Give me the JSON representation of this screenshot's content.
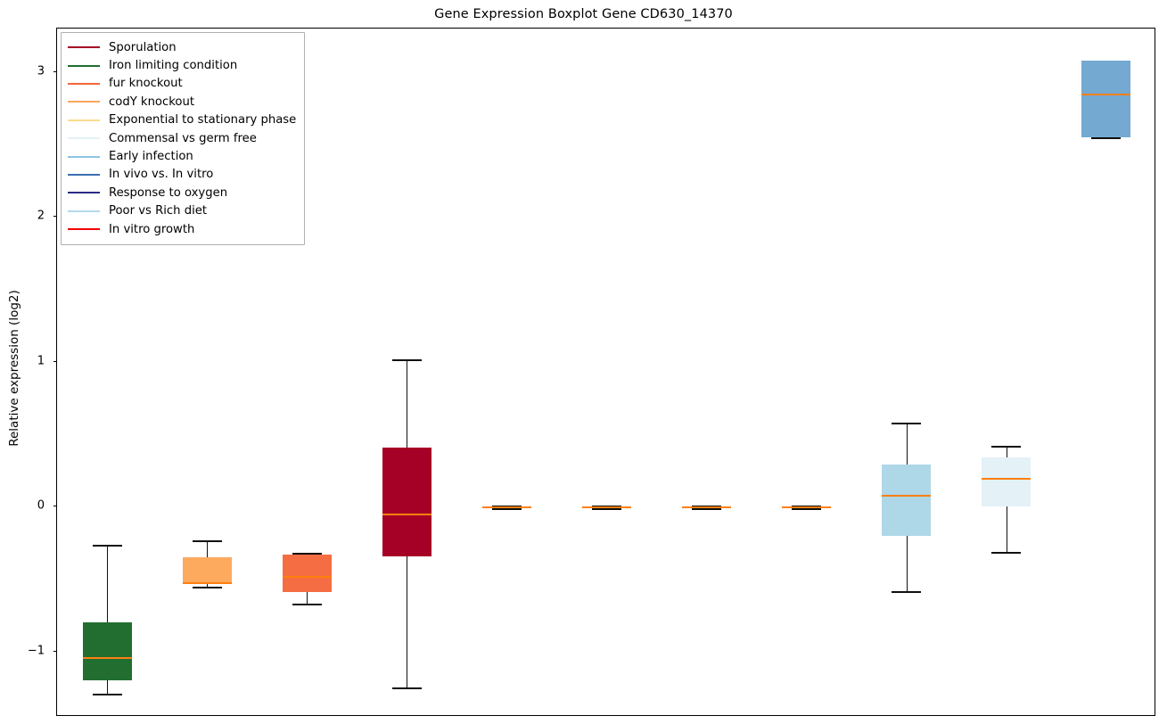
{
  "chart_data": {
    "type": "box",
    "title": "Gene Expression Boxplot Gene CD630_14370",
    "xlabel": "",
    "ylabel": "Relative expression (log2)",
    "ylim": [
      -1.45,
      3.3
    ],
    "yticks": [
      -1,
      0,
      1,
      2,
      3
    ],
    "ytick_labels": [
      "−1",
      "0",
      "1",
      "2",
      "3"
    ],
    "grid": false,
    "legend_position": "upper left",
    "median_color": "#ff7f0e",
    "whisker_color": "#101010",
    "categories": [
      "Sporulation",
      "Iron limiting condition",
      "fur knockout",
      "codY knockout",
      "Exponential to stationary phase",
      "Commensal vs germ free",
      "Early infection",
      "In vivo vs. In vitro",
      "Response to oxygen",
      "Poor vs Rich diet",
      "In vitro growth"
    ],
    "boxes": [
      {
        "label": "Iron limiting condition",
        "color": "#216e30",
        "position": 1,
        "whisker_low": -1.29,
        "q1": -1.2,
        "median": -1.04,
        "q3": -0.8,
        "whisker_high": -0.26
      },
      {
        "label": "codY knockout",
        "color": "#fdaa5f",
        "position": 2,
        "whisker_low": -0.55,
        "q1": -0.53,
        "median": -0.52,
        "q3": -0.35,
        "whisker_high": -0.23
      },
      {
        "label": "fur knockout",
        "color": "#f46d43",
        "position": 3,
        "whisker_low": -0.67,
        "q1": -0.59,
        "median": -0.48,
        "q3": -0.33,
        "whisker_high": -0.32
      },
      {
        "label": "Sporulation",
        "color": "#a50026",
        "position": 4,
        "whisker_low": -1.25,
        "q1": -0.34,
        "median": -0.05,
        "q3": 0.41,
        "whisker_high": 1.02
      },
      {
        "label": "Exponential to stationary phase",
        "color": "#c9873f",
        "position": 5,
        "whisker_low": -0.01,
        "q1": 0.0,
        "median": 0.0,
        "q3": 0.0,
        "whisker_high": 0.01
      },
      {
        "label": "In vivo vs. In vitro",
        "color": "#c9713f",
        "position": 6,
        "whisker_low": -0.01,
        "q1": 0.0,
        "median": 0.0,
        "q3": 0.0,
        "whisker_high": 0.01
      },
      {
        "label": "Response to oxygen",
        "color": "#a5844f",
        "position": 7,
        "whisker_low": -0.01,
        "q1": 0.0,
        "median": 0.0,
        "q3": 0.0,
        "whisker_high": 0.01
      },
      {
        "label": "Early infection",
        "color": "#a5784f",
        "position": 8,
        "whisker_low": -0.01,
        "q1": 0.0,
        "median": 0.0,
        "q3": 0.0,
        "whisker_high": 0.01
      },
      {
        "label": "Poor vs Rich diet",
        "color": "#aed7e8",
        "position": 9,
        "whisker_low": -0.58,
        "q1": -0.2,
        "median": 0.08,
        "q3": 0.29,
        "whisker_high": 0.58
      },
      {
        "label": "Commensal vs germ free",
        "color": "#e4f1f7",
        "position": 10,
        "whisker_low": -0.31,
        "q1": 0.0,
        "median": 0.2,
        "q3": 0.34,
        "whisker_high": 0.42
      },
      {
        "label": "In vitro growth",
        "color": "#74a9d1",
        "position": 11,
        "whisker_low": 2.55,
        "q1": 2.55,
        "median": 2.85,
        "q3": 3.08,
        "whisker_high": 3.08
      }
    ],
    "legend": [
      {
        "label": "Sporulation",
        "color": "#a50026"
      },
      {
        "label": "Iron limiting condition",
        "color": "#216e30"
      },
      {
        "label": "fur knockout",
        "color": "#f4663b"
      },
      {
        "label": "codY knockout",
        "color": "#fda75a"
      },
      {
        "label": "Exponential to stationary phase",
        "color": "#fcdb8e"
      },
      {
        "label": "Commensal vs germ free",
        "color": "#e4f1f7"
      },
      {
        "label": "Early infection",
        "color": "#8ec4de"
      },
      {
        "label": "In vivo vs. In vitro",
        "color": "#3a6fb0"
      },
      {
        "label": "Response to oxygen",
        "color": "#2a2a86"
      },
      {
        "label": "Poor vs Rich diet",
        "color": "#b3d9ea"
      },
      {
        "label": "In vitro growth",
        "color": "#f00000"
      }
    ]
  }
}
